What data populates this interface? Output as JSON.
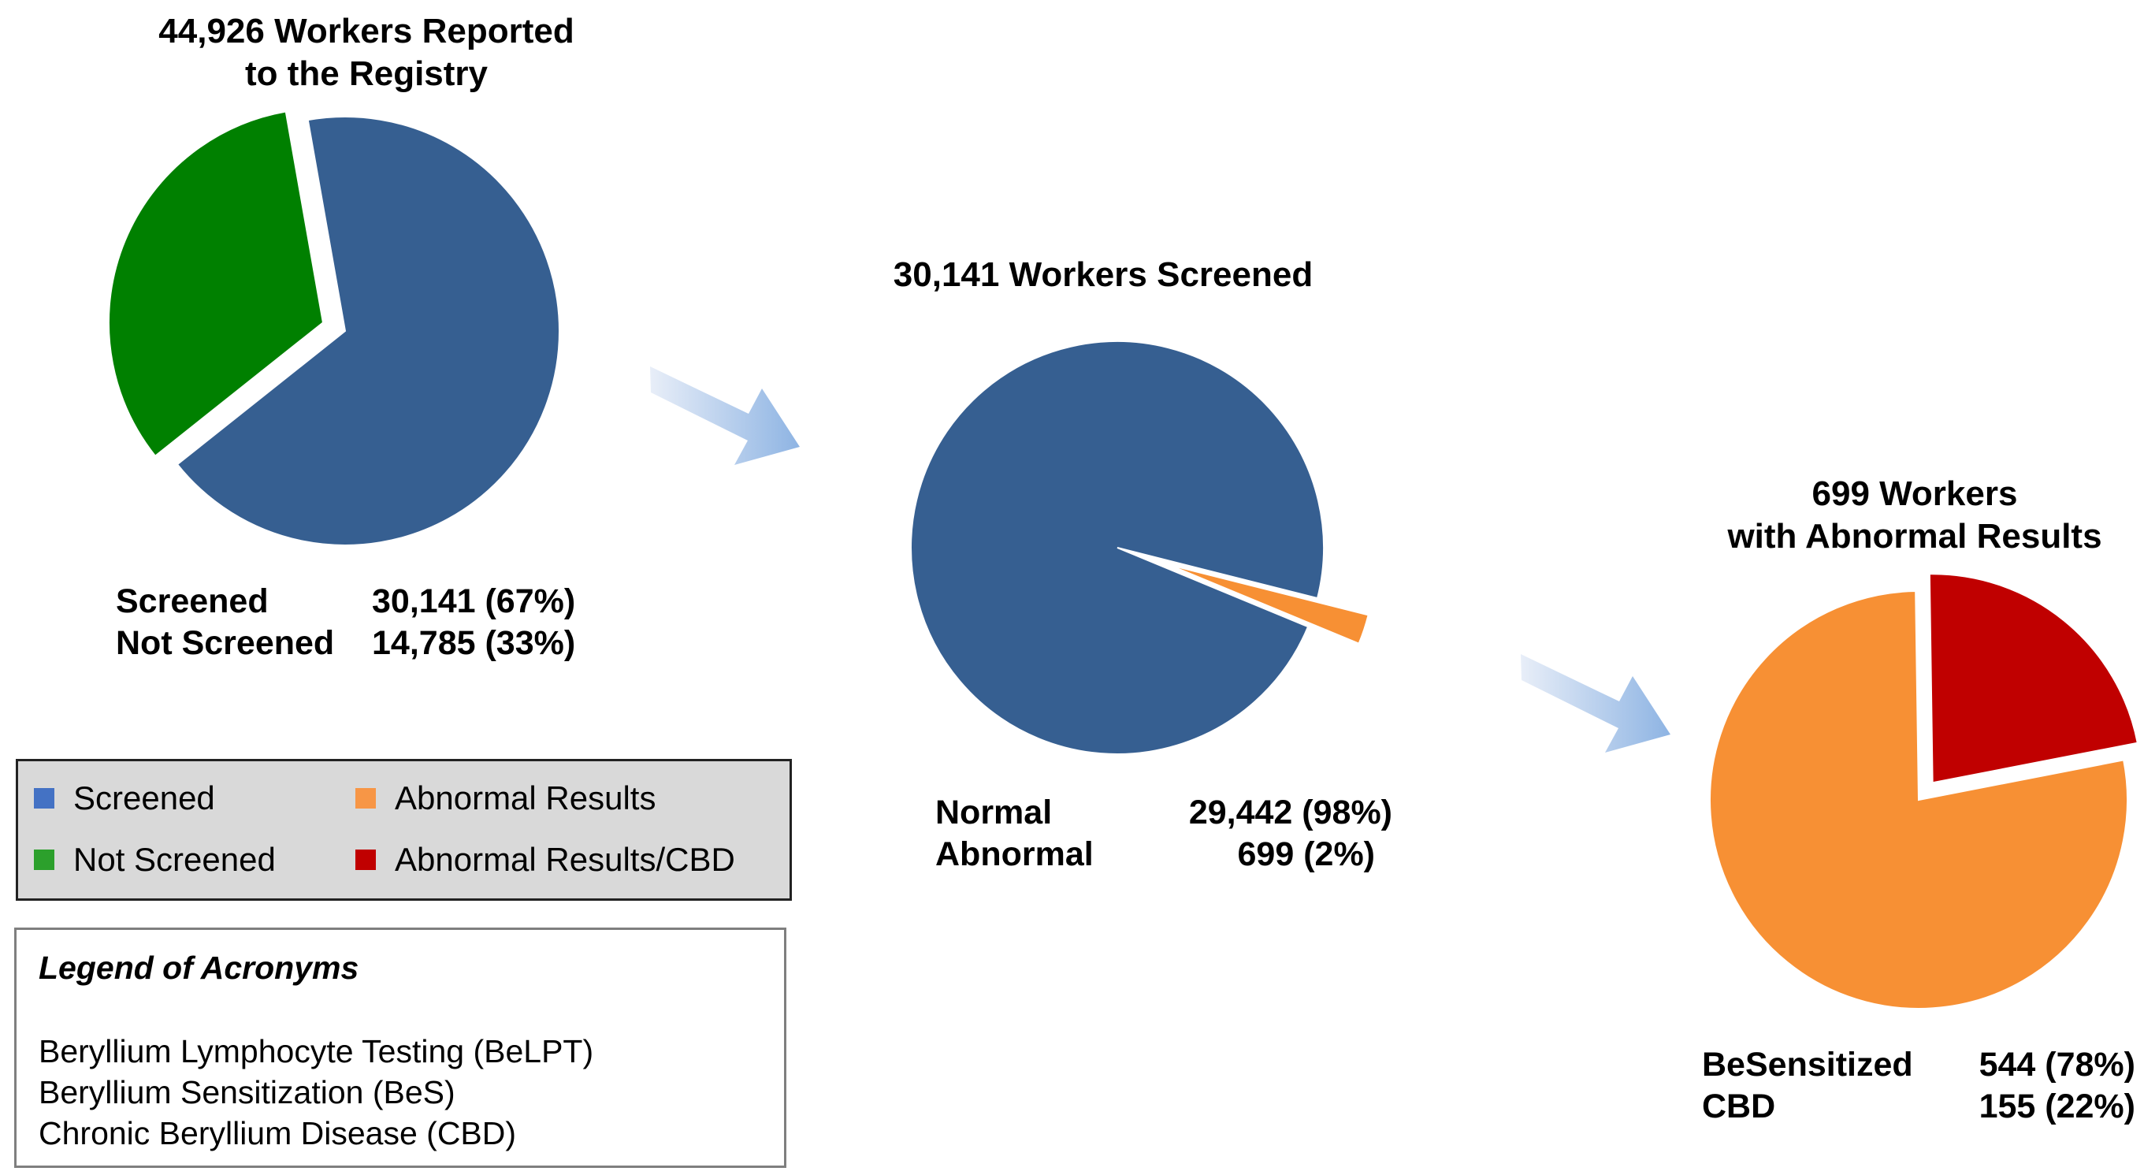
{
  "colors": {
    "screened": "#365f91",
    "not_screened": "#008000",
    "abnormal": "#f79034",
    "cbd": "#c00000",
    "legend_screened": "#4472c4",
    "legend_not_screened": "#2ca02c",
    "legend_abnormal": "#f79646",
    "legend_cbd": "#c00000",
    "arrow_dark": "#8eb4e3",
    "arrow_light": "#e8eef8"
  },
  "chart_data": [
    {
      "type": "pie",
      "title": "44,926 Workers Reported\nto the Registry",
      "slices": [
        {
          "name": "Screened",
          "value": 30141,
          "percent": 67,
          "display": "30,141 (67%)",
          "exploded": false
        },
        {
          "name": "Not Screened",
          "value": 14785,
          "percent": 33,
          "display": "14,785 (33%)",
          "exploded": true
        }
      ]
    },
    {
      "type": "pie",
      "title": "30,141 Workers Screened",
      "slices": [
        {
          "name": "Normal",
          "value": 29442,
          "percent": 98,
          "display": "29,442 (98%)",
          "exploded": false
        },
        {
          "name": "Abnormal",
          "value": 699,
          "percent": 2,
          "display": "699 (2%)",
          "exploded": true
        }
      ]
    },
    {
      "type": "pie",
      "title": "699 Workers\nwith Abnormal Results",
      "slices": [
        {
          "name": "BeSensitized",
          "value": 544,
          "percent": 78,
          "display": "544 (78%)",
          "exploded": false
        },
        {
          "name": "CBD",
          "value": 155,
          "percent": 22,
          "display": "155 (22%)",
          "exploded": true
        }
      ]
    }
  ],
  "legend": {
    "items": [
      {
        "label": "Screened",
        "color_key": "legend_screened"
      },
      {
        "label": "Abnormal Results",
        "color_key": "legend_abnormal"
      },
      {
        "label": "Not Screened",
        "color_key": "legend_not_screened"
      },
      {
        "label": "Abnormal Results/CBD",
        "color_key": "legend_cbd"
      }
    ]
  },
  "acronyms": {
    "title": "Legend of Acronyms",
    "lines": [
      "Beryllium Lymphocyte Testing (BeLPT)",
      "Beryllium Sensitization (BeS)",
      "Chronic Beryllium Disease (CBD)"
    ]
  }
}
